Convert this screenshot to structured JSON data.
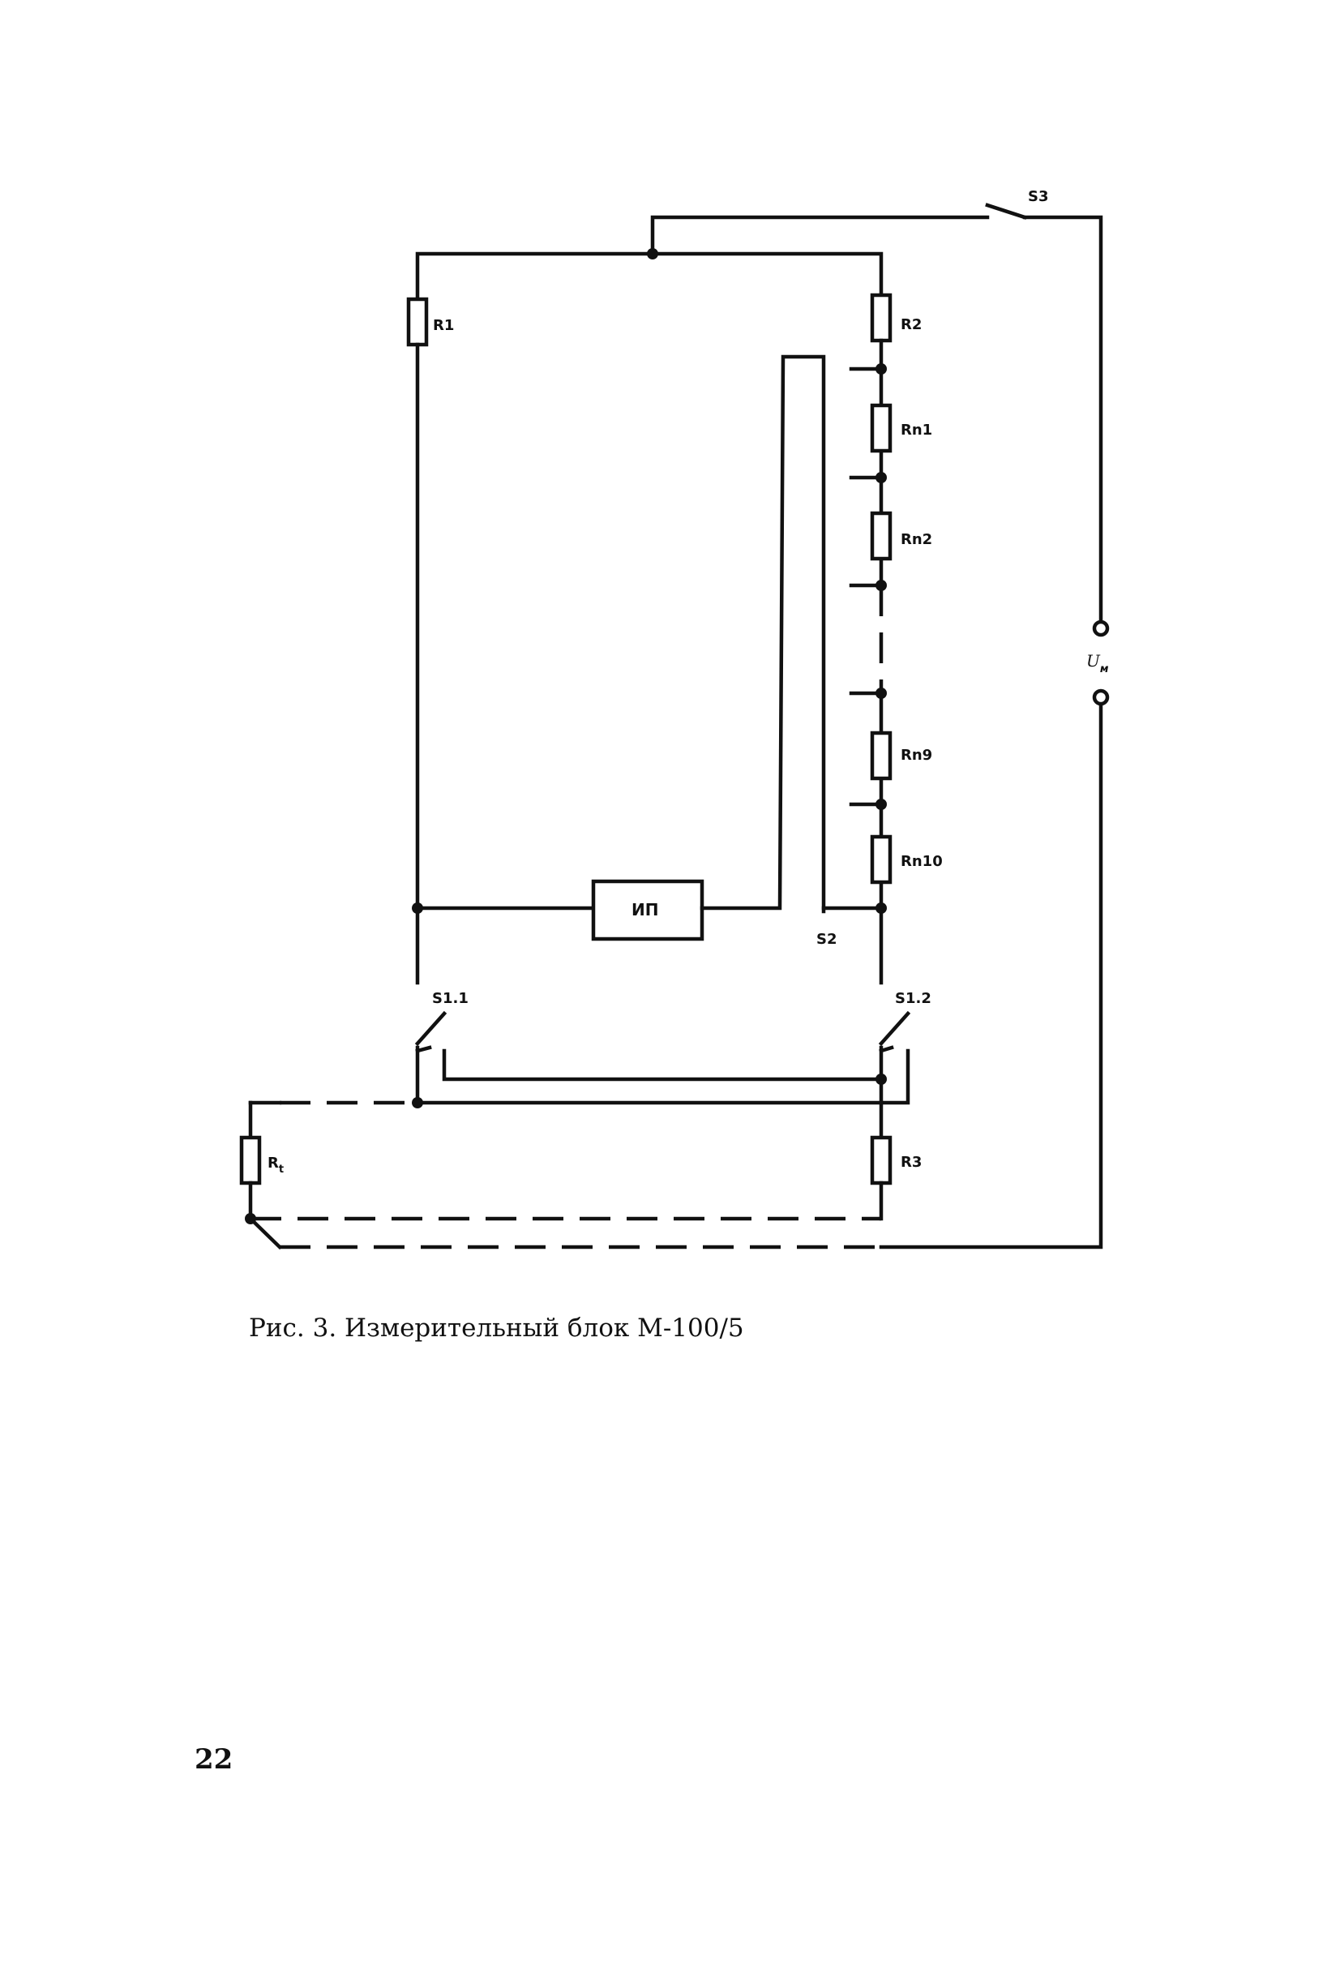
{
  "labels": {
    "s3": "S3",
    "r1": "R1",
    "r2": "R2",
    "rn1": "Rn1",
    "rn2": "Rn2",
    "um_main": "U",
    "um_sub": "м",
    "rn9": "Rn9",
    "rn10": "Rn10",
    "ip": "ИП",
    "s2": "S2",
    "s1_1": "S1.1",
    "s1_2": "S1.2",
    "rt_main": "R",
    "rt_sub": "t",
    "r3": "R3"
  },
  "caption": "Рис. 3. Измерительный блок М-100/5",
  "page_number": "22"
}
